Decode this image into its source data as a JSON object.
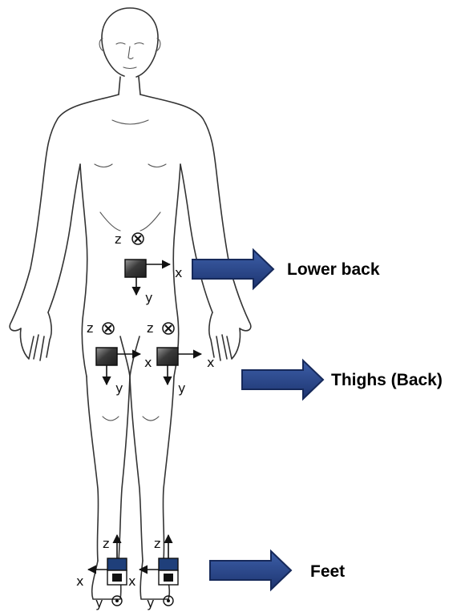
{
  "labels": {
    "lower_back": "Lower back",
    "thighs": "Thighs (Back)",
    "feet": "Feet"
  },
  "axes": {
    "x": "x",
    "y": "y",
    "z": "z"
  },
  "colors": {
    "arrow_fill": "#2b4a8a",
    "arrow_outline": "#1a2f5c",
    "sensor_gray": "#444444",
    "sensor_blue": "#1f3f7a"
  }
}
